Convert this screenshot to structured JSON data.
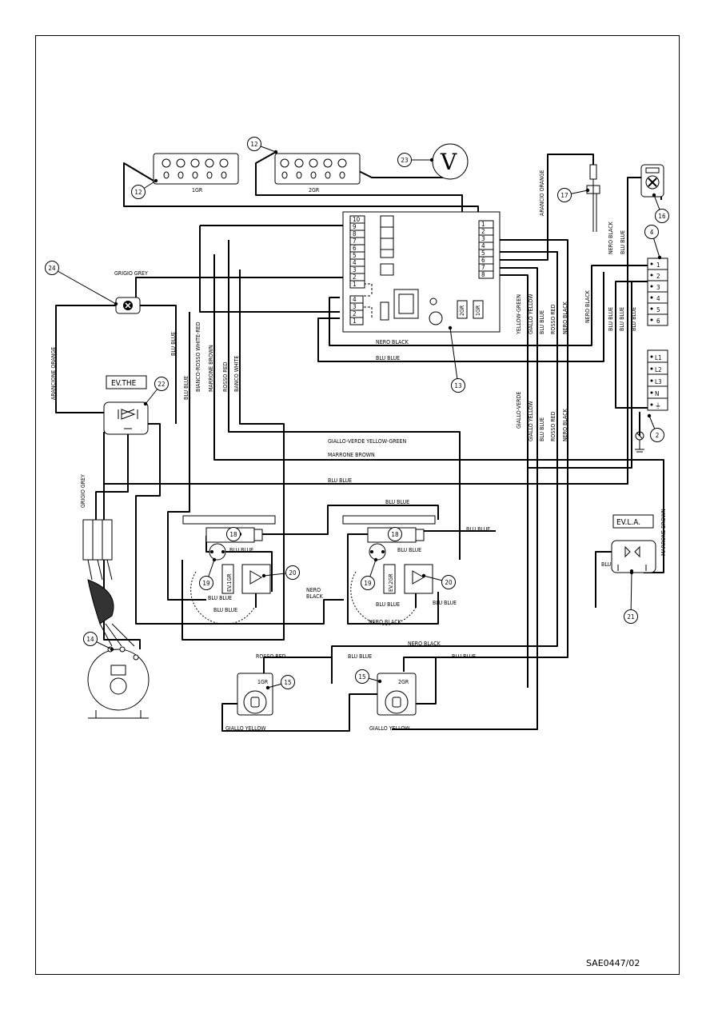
{
  "document": {
    "reference": "SAE0447/02"
  },
  "components": {
    "pad_1gr": "1GR",
    "pad_2gr": "2GR",
    "relay_1gr": "1GR",
    "relay_2gr": "2GR",
    "ev_the": "EV.THE",
    "ev_la": "EV.L.A.",
    "ev_1gr": "EV.1GR",
    "ev_2gr": "EV.2GR",
    "motor_1gr": "1GR",
    "motor_2gr": "2GR",
    "voltmeter_symbol": "V"
  },
  "callouts": [
    "12",
    "12",
    "23",
    "17",
    "16",
    "4",
    "24",
    "22",
    "13",
    "2",
    "18",
    "18",
    "19",
    "20",
    "19",
    "20",
    "21",
    "14",
    "15",
    "15"
  ],
  "terminal_block_4": [
    "1",
    "2",
    "3",
    "4",
    "5",
    "6"
  ],
  "terminal_block_2": [
    "L1",
    "L2",
    "L3",
    "N",
    "⏚"
  ],
  "connector_left": [
    "10",
    "9",
    "8",
    "7",
    "6",
    "5",
    "4",
    "3",
    "2",
    "1"
  ],
  "connector_small": [
    "4",
    "3",
    "2",
    "1"
  ],
  "connector_right": [
    "1",
    "2",
    "3",
    "4",
    "5",
    "6",
    "7",
    "8"
  ],
  "wire_labels": {
    "grigio_grey_top": "GRIGIO  GREY",
    "arancione_orange": "ARANCIONE  ORANGE",
    "grigio_grey_left": "GRIGIO  GREY",
    "blu_blue_v1": "BLU  BLUE",
    "blu_blue_v2": "BLU  BLUE",
    "bianco_rosso": "BIANCO-ROSSO  WHITE-RED",
    "marrone_brown_v": "MARRONE  BROWN",
    "rosso_red_v": "ROSSO  RED",
    "banco_white": "BANCO  WHITE",
    "nero_black_h": "NERO  BLACK",
    "blu_blue_h": "BLU  BLUE",
    "yellow_green_v": "YELLOW-GREEN",
    "giallo_yellow_v1": "GIALLO  YELLOW",
    "blu_blue_v3": "BLU  BLUE",
    "rosso_red_v2": "ROSSO  RED",
    "nero_black_v2": "NERO  BLACK",
    "arancio_orange": "ARANCIO  ORANGE",
    "nero_black_v3": "NERO  BLACK",
    "blu_blue_v4": "BLU  BLUE",
    "nero_black_v4": "NERO  BLACK",
    "blu_blue_v5": "BLU  BLUE",
    "blu_blue_v6": "BLU  BLUE",
    "blu_blue_v7": "BLU  BLUE",
    "giallo_verde_v": "GIALLO-VERDE",
    "giallo_yellow_v2": "GIALLO  YELLOW",
    "blu_blue_v8": "BLU  BLUE",
    "rosso_red_v3": "ROSSO  RED",
    "nero_black_v5": "NERO  BLACK",
    "giallo_verde_h": "GIALLO-VERDE  YELLOW-GREEN",
    "marrone_brown_h": "MARRONE  BROWN",
    "blu_blue_h2": "BLU  BLUE",
    "blu_blue_h3": "BLU  BLUE",
    "blu_blue_h4": "BLU  BLUE",
    "blu_blue_h5": "BLU  BLUE",
    "blu_blue_h6": "BLU  BLUE",
    "blu_blue_h7": "BLU  BLUE",
    "blu_blue_h8": "BLU  BLUE",
    "blu_blue_h9": "BLU  BLUE",
    "blu_blue_h10": "BLU  BLUE",
    "nero_black_h2": "NERO\nBLACK",
    "nero_black_h3": "NERO  BLACK",
    "nero_black_h4": "NERO  BLACK",
    "blu_short": "BLU",
    "marrone_brown_v2": "MARRONE  BROWN",
    "rosso_red_h": "ROSSO  RED",
    "blu_blue_h11": "BLU  BLUE",
    "blu_blue_h12": "BLU  BLUE",
    "giallo_yellow_h1": "GIALLO  YELLOW",
    "giallo_yellow_h2": "GIALLO  YELLOW"
  }
}
